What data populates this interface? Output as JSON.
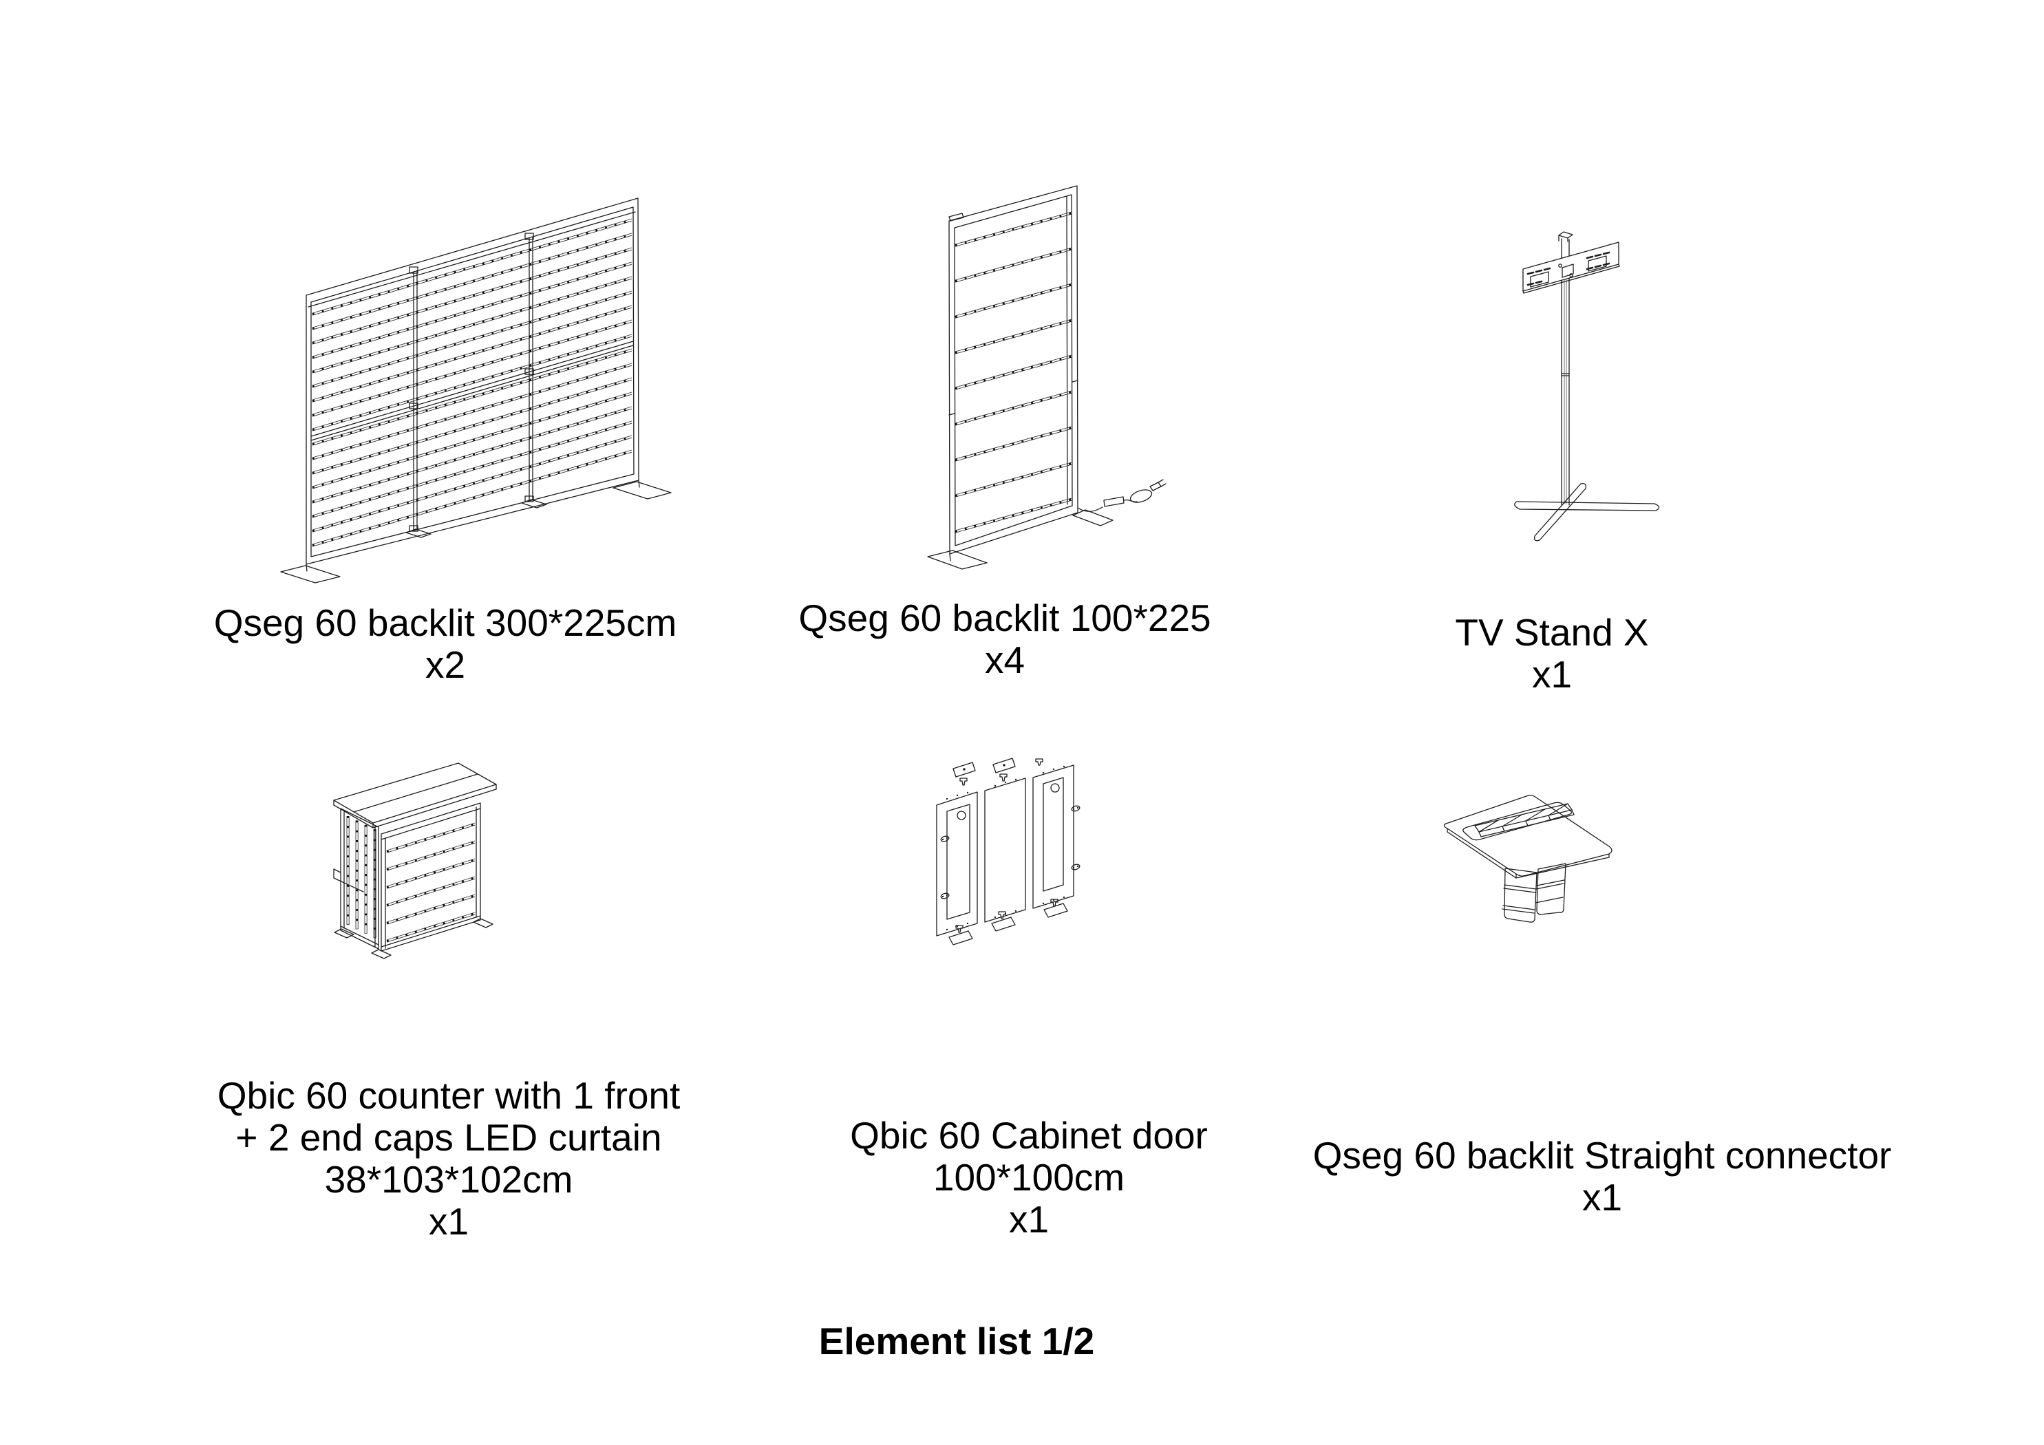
{
  "page": {
    "background": "#ffffff",
    "line_color": "#1d1d1d"
  },
  "items": [
    {
      "id": "qseg-60-backlit-300x225",
      "lines": [
        "Qseg 60 backlit 300*225cm"
      ],
      "qty": "x2"
    },
    {
      "id": "qseg-60-backlit-100x225",
      "lines": [
        "Qseg 60 backlit 100*225"
      ],
      "qty": "x4"
    },
    {
      "id": "tv-stand-x",
      "lines": [
        "TV Stand X"
      ],
      "qty": "x1"
    },
    {
      "id": "qbic-60-counter",
      "lines": [
        "Qbic 60 counter with 1 front",
        "+ 2 end caps LED curtain",
        "38*103*102cm"
      ],
      "qty": "x1"
    },
    {
      "id": "qbic-60-cabinet-door",
      "lines": [
        "Qbic 60 Cabinet door",
        "100*100cm"
      ],
      "qty": "x1"
    },
    {
      "id": "qseg-60-straight-connector",
      "lines": [
        "Qseg 60 backlit Straight connector"
      ],
      "qty": "x1"
    }
  ],
  "footer": {
    "title": "Element list 1/2"
  }
}
